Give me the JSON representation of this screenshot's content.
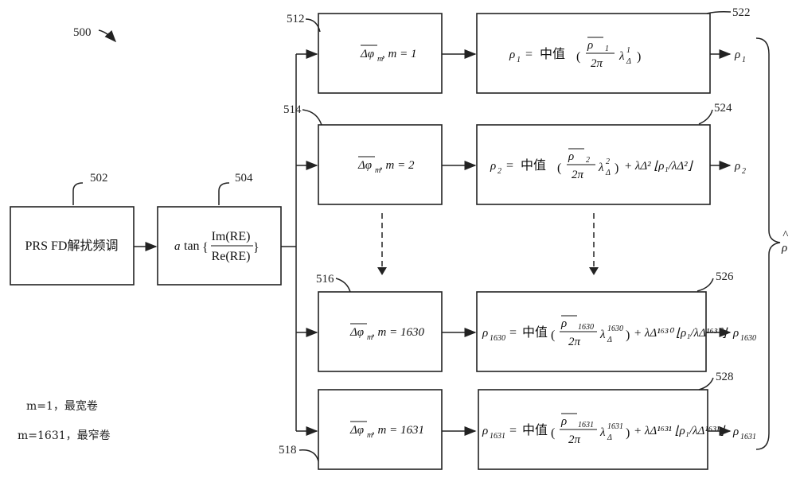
{
  "labels": {
    "fig": "500",
    "prs_box": "502",
    "atan_box": "504",
    "phi1_box": "512",
    "phi2_box": "514",
    "phi1630_box": "516",
    "phi1631_box": "518",
    "rho1_box": "522",
    "rho2_box": "524",
    "rho1630_box": "526",
    "rho1631_box": "528"
  },
  "prs_box_text": "PRS FD解扰频调",
  "atan": {
    "prefix": "a",
    "fn": "tan",
    "num": "Im(RE)",
    "den": "Re(RE)"
  },
  "phi_boxes": [
    {
      "lhs": "Δφ",
      "sub": "m",
      "cond": ", m = 1"
    },
    {
      "lhs": "Δφ",
      "sub": "m",
      "cond": ", m = 2"
    },
    {
      "lhs": "Δφ",
      "sub": "m",
      "cond": ", m = 1630"
    },
    {
      "lhs": "Δφ",
      "sub": "m",
      "cond": ", m = 1631"
    }
  ],
  "rho_boxes": [
    {
      "lhs": "ρ",
      "lhs_sub": "1",
      "median": "中值",
      "dphi_sub": "1",
      "twopi": "2π",
      "lam": "λ",
      "lam_sub": "Δ",
      "lam_sup": "1",
      "extra": ""
    },
    {
      "lhs": "ρ",
      "lhs_sub": "2",
      "median": "中值",
      "dphi_sub": "2",
      "twopi": "2π",
      "lam": "λ",
      "lam_sub": "Δ",
      "lam_sup": "2",
      "extra": "+ λΔ² ⌊ρ₁/λΔ²⌋"
    },
    {
      "lhs": "ρ",
      "lhs_sub": "1630",
      "median": "中值",
      "dphi_sub": "1630",
      "twopi": "2π",
      "lam": "λ",
      "lam_sub": "Δ",
      "lam_sup": "1630",
      "extra": "+ λΔ¹⁶³⁰ ⌊ρ₁/λΔ¹⁶³⁰⌋"
    },
    {
      "lhs": "ρ",
      "lhs_sub": "1631",
      "median": "中值",
      "dphi_sub": "1631",
      "twopi": "2π",
      "lam": "λ",
      "lam_sub": "Δ",
      "lam_sup": "1631",
      "extra": "+ λΔ¹⁶³¹ ⌊ρ₁/λΔ¹⁶³¹⌋"
    }
  ],
  "outputs": [
    {
      "sym": "ρ",
      "sub": "1"
    },
    {
      "sym": "ρ",
      "sub": "2"
    },
    {
      "sym": "ρ",
      "sub": "1630"
    },
    {
      "sym": "ρ",
      "sub": "1631"
    }
  ],
  "final_output": {
    "sym": "ρ"
  },
  "notes": [
    "m=1，最宽卷",
    "m=1631，最窄卷"
  ]
}
